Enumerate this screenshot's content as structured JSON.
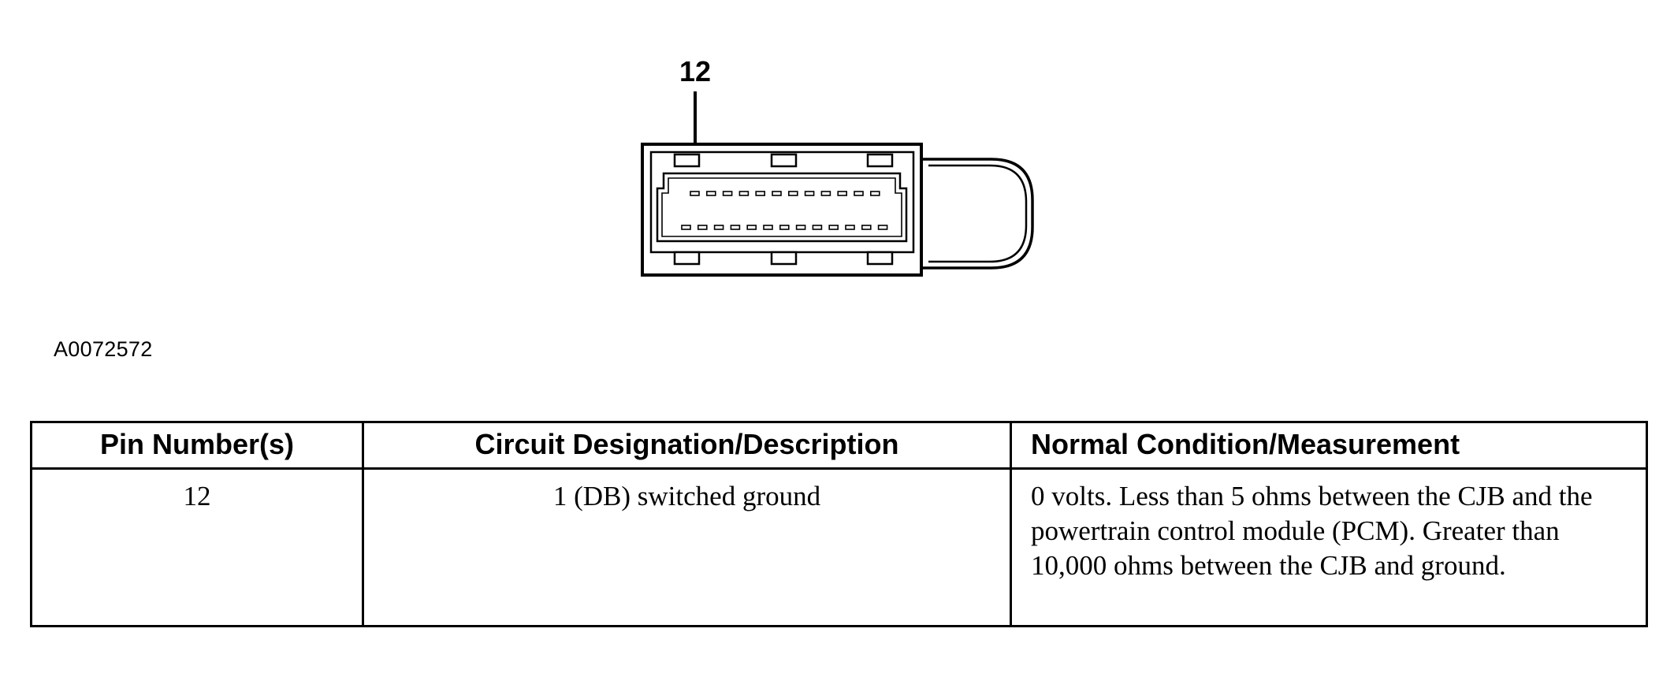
{
  "diagram": {
    "callout_pin": "12",
    "figure_code": "A0072572"
  },
  "table": {
    "headers": [
      "Pin Number(s)",
      "Circuit Designation/Description",
      "Normal Condition/Measurement"
    ],
    "rows": [
      {
        "pins": "12",
        "circuit": "1 (DB) switched ground",
        "measurement": "0 volts. Less than 5 ohms between the CJB and the powertrain control module (PCM). Greater than 10,000 ohms between the CJB and ground."
      }
    ]
  }
}
